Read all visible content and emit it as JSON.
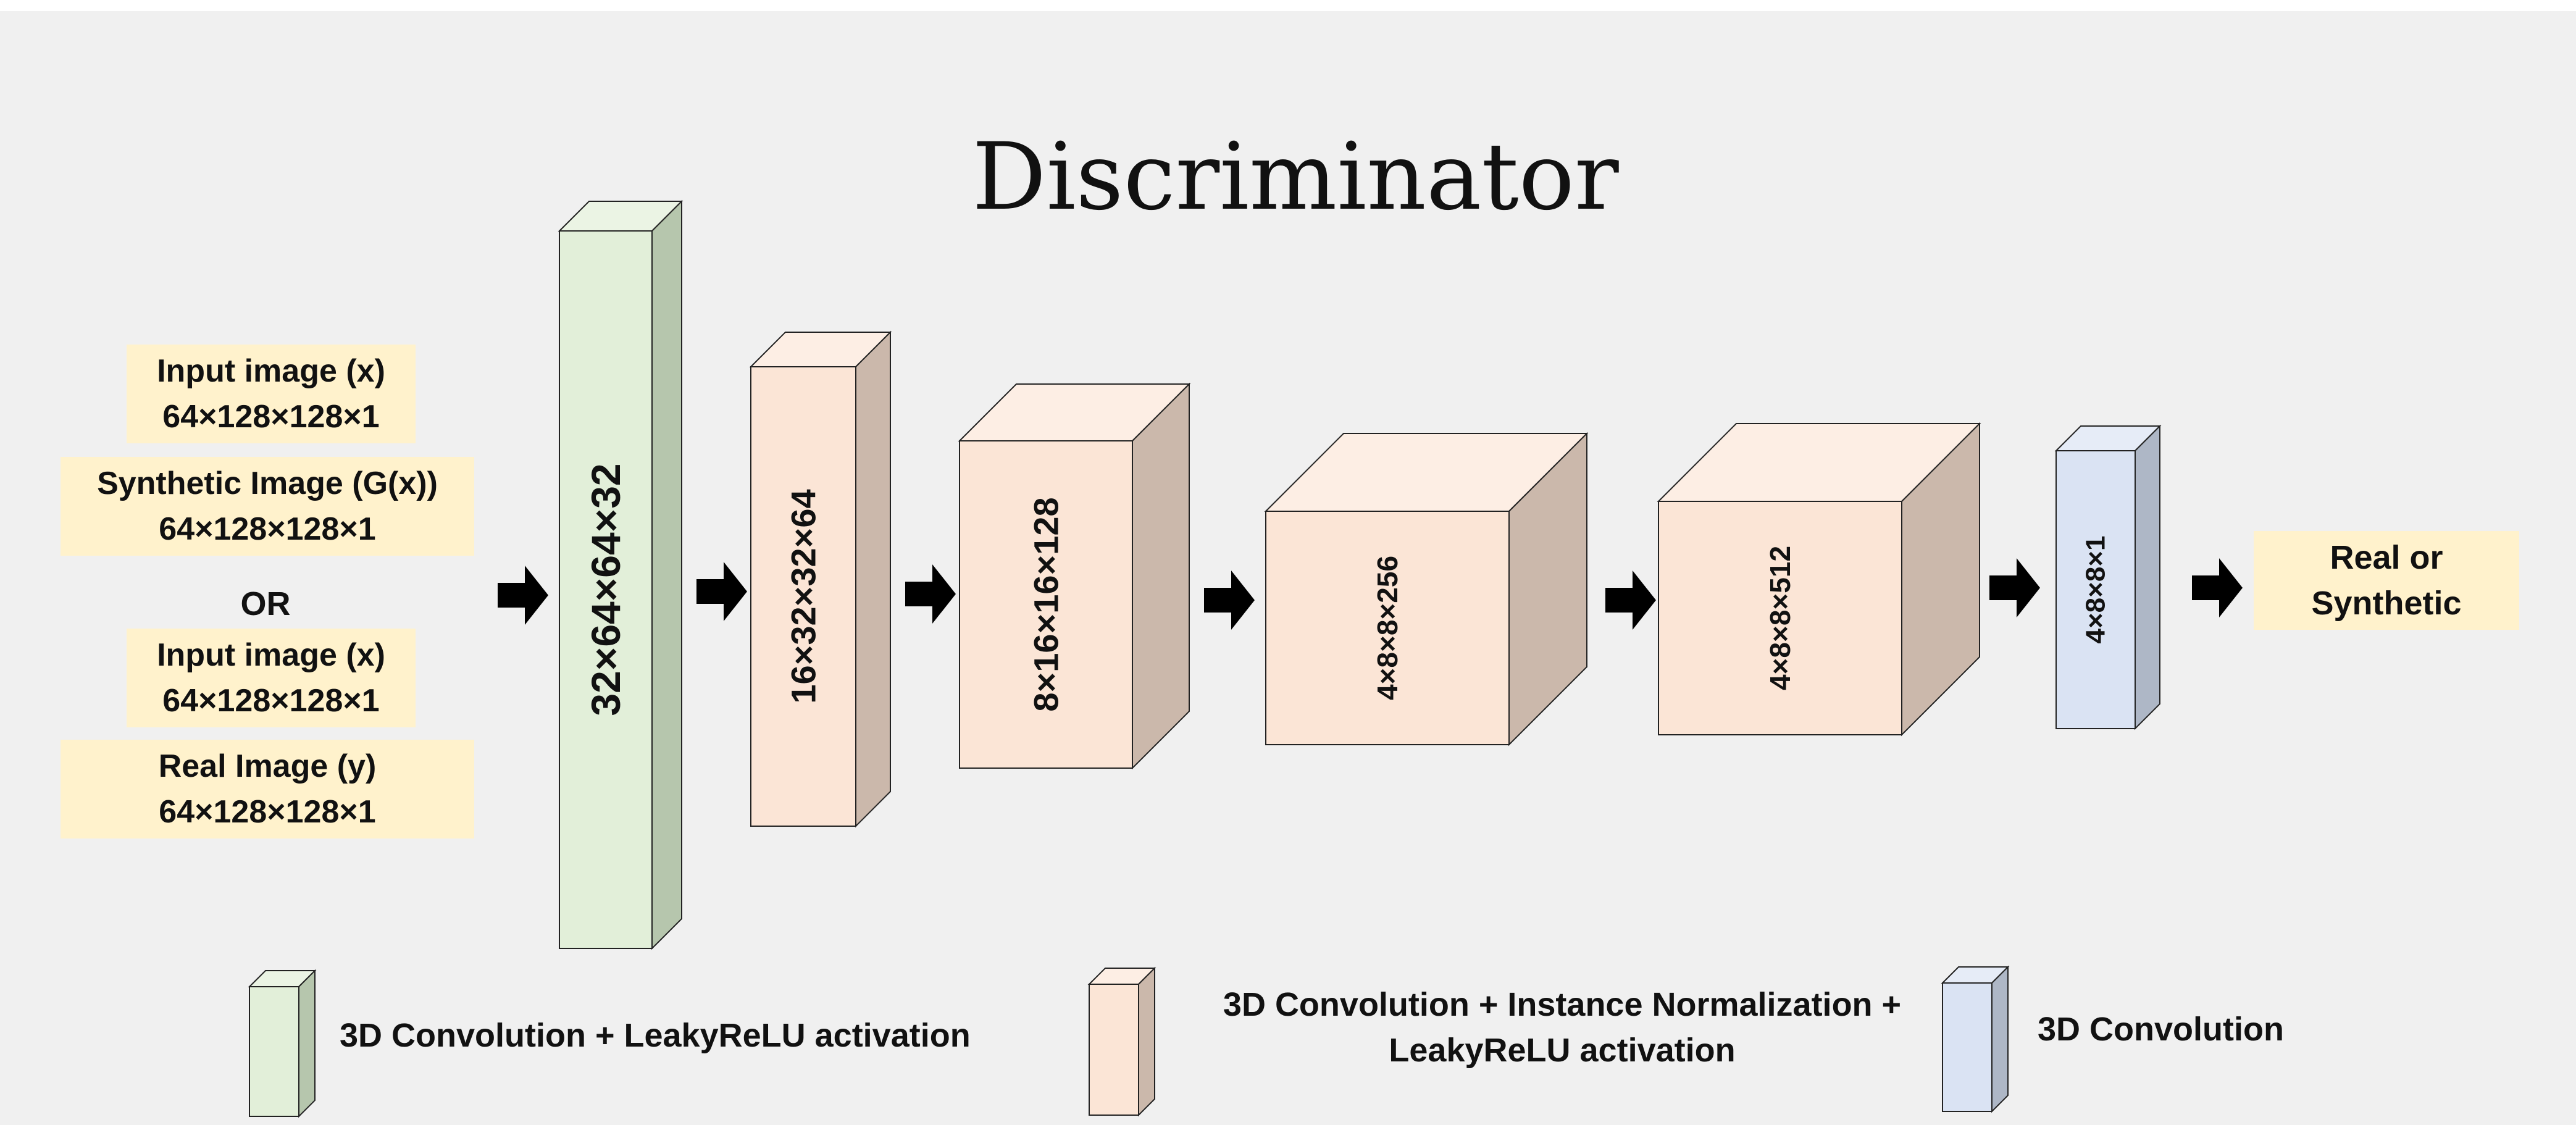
{
  "title": "Discriminator",
  "inputs": {
    "group1": [
      {
        "name": "Input image (x)",
        "dims": "64×128×128×1"
      },
      {
        "name": "Synthetic Image (G(x))",
        "dims": "64×128×128×1"
      }
    ],
    "separator": "OR",
    "group2": [
      {
        "name": "Input image (x)",
        "dims": "64×128×128×1"
      },
      {
        "name": "Real Image (y)",
        "dims": "64×128×128×1"
      }
    ]
  },
  "layers": [
    {
      "label": "32×64×64×32",
      "type": "conv_leaky"
    },
    {
      "label": "16×32×32×64",
      "type": "conv_in_leaky"
    },
    {
      "label": "8×16×16×128",
      "type": "conv_in_leaky"
    },
    {
      "label": "4×8×8×256",
      "type": "conv_in_leaky"
    },
    {
      "label": "4×8×8×512",
      "type": "conv_in_leaky"
    },
    {
      "label": "4×8×8×1",
      "type": "conv"
    }
  ],
  "output": {
    "line1": "Real or",
    "line2": "Synthetic"
  },
  "legend": [
    {
      "type": "conv_leaky",
      "text": "3D Convolution + LeakyReLU activation"
    },
    {
      "type": "conv_in_leaky",
      "line1": "3D Convolution + Instance Normalization +",
      "line2": "LeakyReLU activation"
    },
    {
      "type": "conv",
      "text": "3D Convolution"
    }
  ],
  "colors": {
    "background": "#f0f0f0",
    "io_box": "#fff2cc",
    "conv_leaky": {
      "front": "#e2efd9",
      "top": "#ebf4e4",
      "side": "#b6c6ad"
    },
    "conv_in_leaky": {
      "front": "#fbe5d6",
      "top": "#fdeee4",
      "side": "#cbb8ab"
    },
    "conv": {
      "front": "#dae3f3",
      "top": "#e6ecf7",
      "side": "#aeb7c6"
    },
    "outline": "#222222",
    "arrow": "#000000"
  },
  "icons": {
    "flow_arrow": "right-block-arrow"
  }
}
